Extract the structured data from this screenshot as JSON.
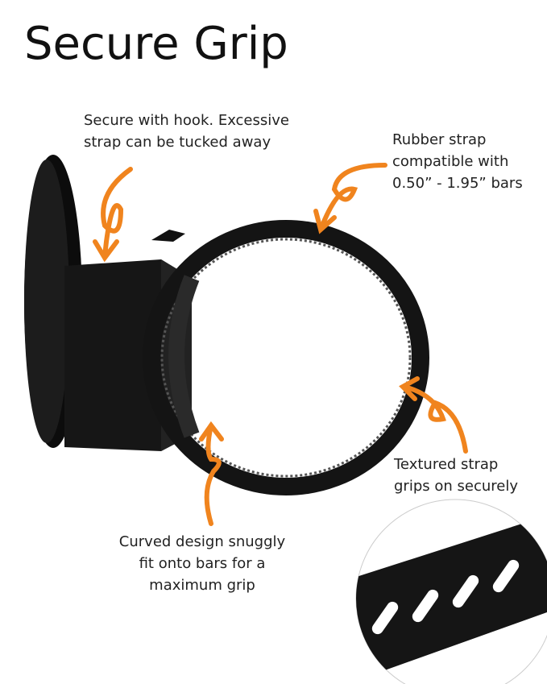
{
  "title": "Secure Grip",
  "callouts": {
    "hook": [
      "Secure with hook. Excessive",
      "strap can be tucked away"
    ],
    "strap": [
      "Rubber strap",
      "compatible with",
      "0.50” - 1.95” bars"
    ],
    "texture": [
      "Textured strap",
      "grips on securely"
    ],
    "curve": [
      "Curved design snuggly",
      "fit onto bars for a",
      "maximum grip"
    ]
  },
  "colors": {
    "accent": "#F0841E",
    "product": "#141414",
    "text": "#222222"
  }
}
